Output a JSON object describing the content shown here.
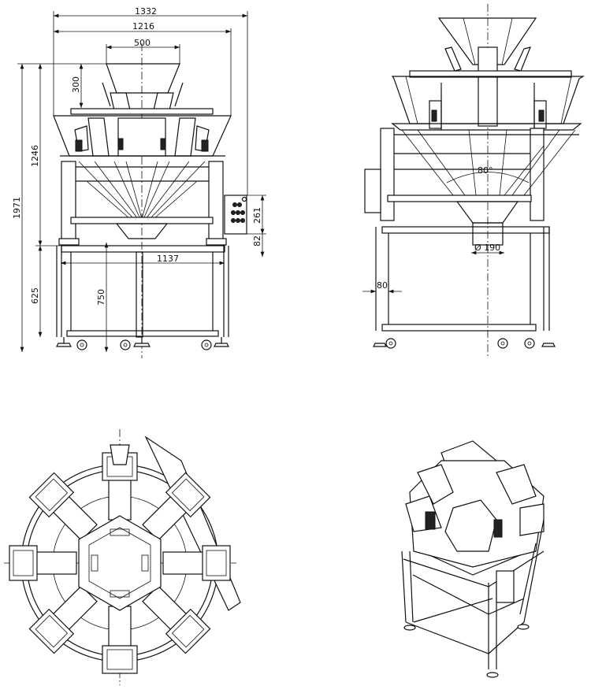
{
  "front_view": {
    "dim_overall_width": "1332",
    "dim_hopper_ring_width": "1216",
    "dim_top_hopper_width": "500",
    "dim_top_hopper_height": "300",
    "dim_total_height": "1971",
    "dim_upper_height": "1246",
    "dim_control_box_height": "261",
    "dim_control_box_offset": "82",
    "dim_frame_width": "1137",
    "dim_lower_frame_height": "625",
    "dim_discharge_height": "750"
  },
  "side_view": {
    "dim_chute_angle": "80°",
    "dim_discharge_diameter": "Ø 190",
    "dim_column_width": "80"
  }
}
